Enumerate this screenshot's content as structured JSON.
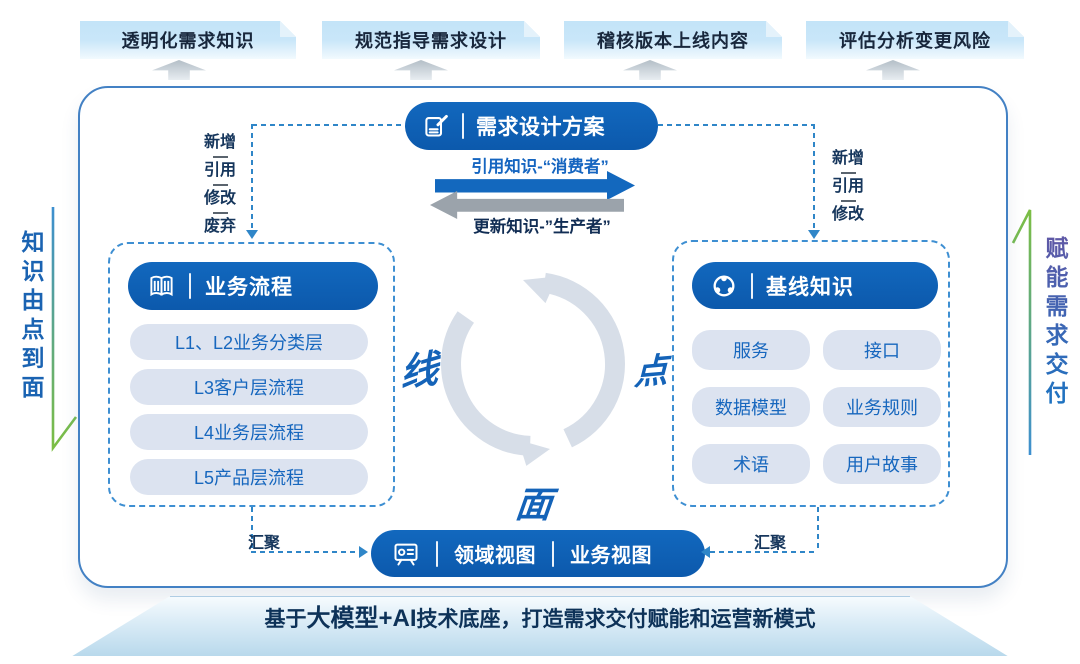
{
  "banners": [
    {
      "label": "透明化需求知识"
    },
    {
      "label": "规范指导需求设计"
    },
    {
      "label": "稽核版本上线内容"
    },
    {
      "label": "评估分析变更风险"
    }
  ],
  "title": {
    "label": "需求设计方案"
  },
  "flows": {
    "consume": "引用知识-“消费者”",
    "produce": "更新知识-”生产者”"
  },
  "left_annotations": [
    "新增",
    "引用",
    "修改",
    "废弃"
  ],
  "right_annotations": [
    "新增",
    "引用",
    "修改"
  ],
  "left_box": {
    "title": "业务流程",
    "items": [
      "L1、L2业务分类层",
      "L3客户层流程",
      "L4业务层流程",
      "L5产品层流程"
    ]
  },
  "right_box": {
    "title": "基线知识",
    "items": [
      "服务",
      "接口",
      "数据模型",
      "业务规则",
      "术语",
      "用户故事"
    ]
  },
  "cycle": {
    "left": "线",
    "right": "点",
    "bottom": "面"
  },
  "bottom_pill": {
    "label1": "领域视图",
    "label2": "业务视图"
  },
  "converge": {
    "left": "汇聚",
    "right": "汇聚"
  },
  "side": {
    "left": "知识由点到面",
    "right": "赋能需求交付"
  },
  "footer": {
    "prefix": "基于",
    "highlight": "大模型+AI",
    "suffix": "技术底座，打造需求交付赋能和运营新模式"
  },
  "colors": {
    "primary": "#0D61B5",
    "light_pill": "#DCE3F0",
    "dash": "#2F86C8",
    "banner_text": "#18273C",
    "accent_green": "#7CBE43"
  }
}
